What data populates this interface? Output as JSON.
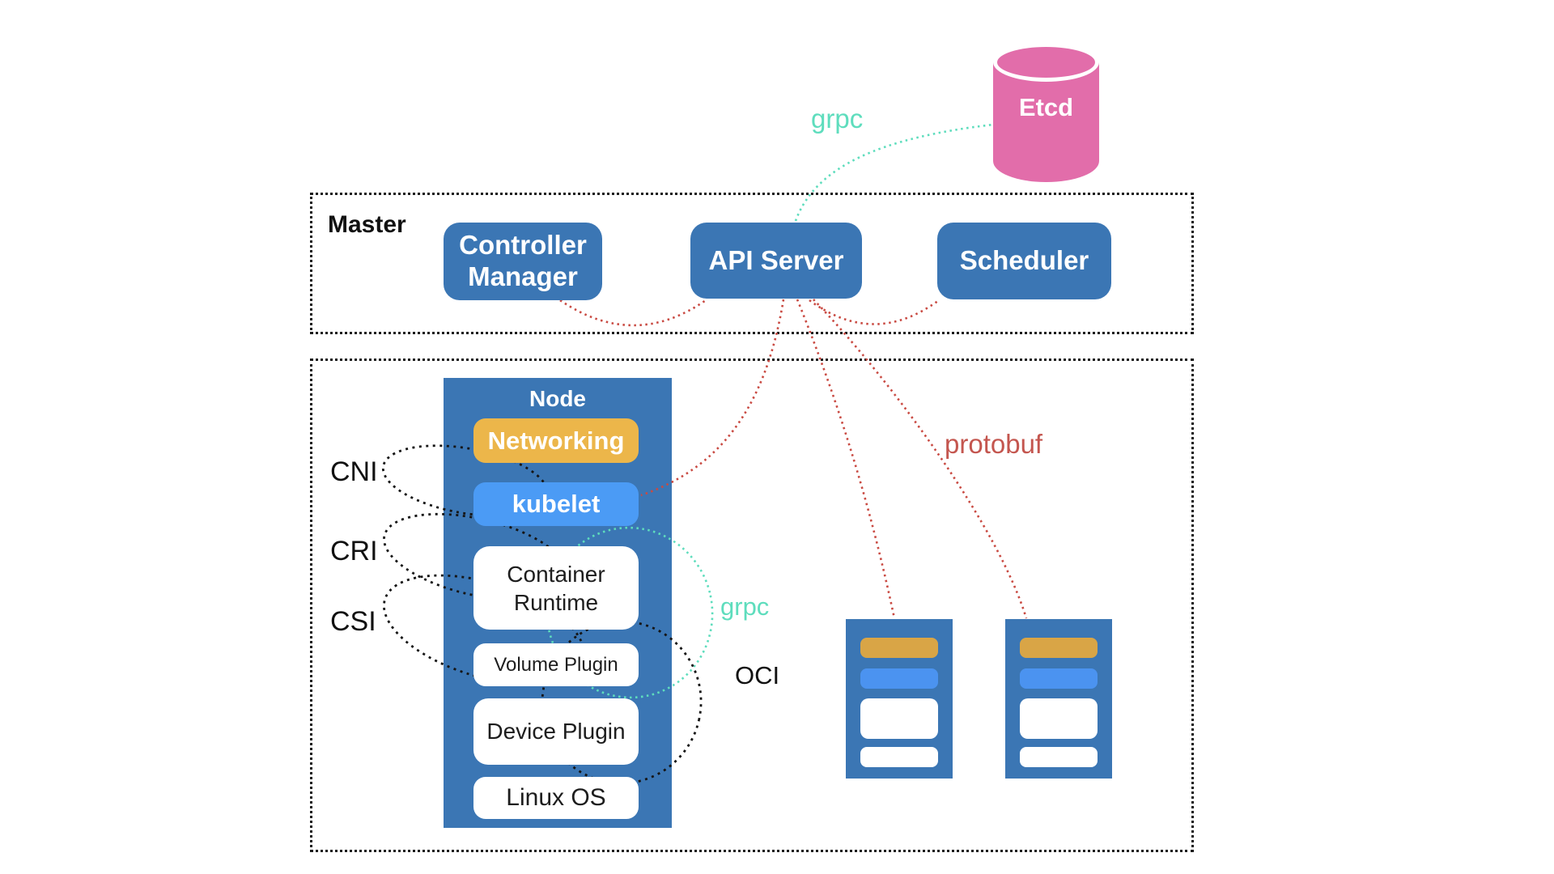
{
  "title": "Kubernetes architecture diagram",
  "etcd": {
    "label": "Etcd"
  },
  "master": {
    "label": "Master",
    "components": [
      {
        "label": "Controller Manager"
      },
      {
        "label": "API Server"
      },
      {
        "label": "Scheduler"
      }
    ]
  },
  "node": {
    "label": "Node",
    "layers": [
      {
        "label": "Networking"
      },
      {
        "label": "kubelet"
      },
      {
        "label": "Container Runtime"
      },
      {
        "label": "Volume Plugin"
      },
      {
        "label": "Device Plugin"
      },
      {
        "label": "Linux OS"
      }
    ]
  },
  "interfaces": {
    "cni": "CNI",
    "cri": "CRI",
    "csi": "CSI",
    "oci": "OCI"
  },
  "protocols": {
    "grpc_etcd": "grpc",
    "grpc_runtime": "grpc",
    "protobuf": "protobuf"
  },
  "colors": {
    "primary_blue": "#3b76b4",
    "light_blue": "#4b9bf5",
    "yellow": "#ecb64a",
    "mini_yellow": "#d9a546",
    "mini_blue": "#4b93f0",
    "etcd_pink": "#e26daa",
    "grpc_teal": "#5eddbd",
    "protobuf_red": "#c94a42",
    "protobuf_text": "#c4564f",
    "dashed_border": "#1b1b1b"
  }
}
